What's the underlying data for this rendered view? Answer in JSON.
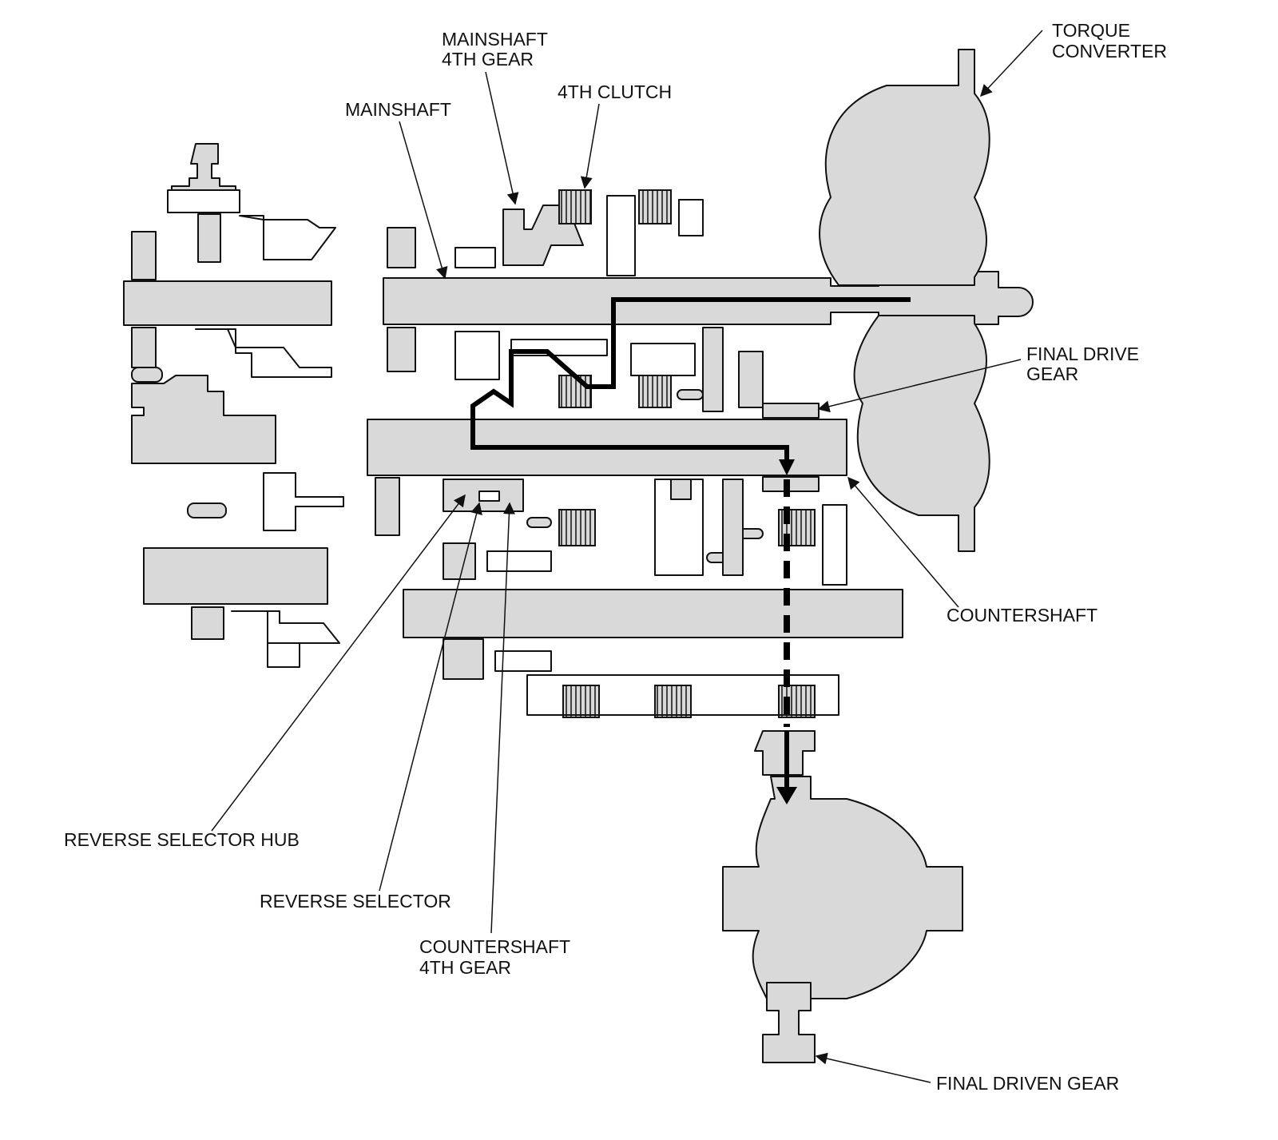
{
  "labels": {
    "torque_converter": [
      "TORQUE",
      "CONVERTER"
    ],
    "mainshaft_4th_gear": [
      "MAINSHAFT",
      "4TH GEAR"
    ],
    "fourth_clutch": [
      "4TH CLUTCH"
    ],
    "mainshaft": [
      "MAINSHAFT"
    ],
    "final_drive_gear": [
      "FINAL DRIVE",
      "GEAR"
    ],
    "countershaft": [
      "COUNTERSHAFT"
    ],
    "reverse_selector_hub": [
      "REVERSE SELECTOR HUB"
    ],
    "reverse_selector": [
      "REVERSE SELECTOR"
    ],
    "countershaft_4th_gear": [
      "COUNTERSHAFT",
      "4TH GEAR"
    ],
    "final_driven_gear": [
      "FINAL DRIVEN GEAR"
    ]
  }
}
